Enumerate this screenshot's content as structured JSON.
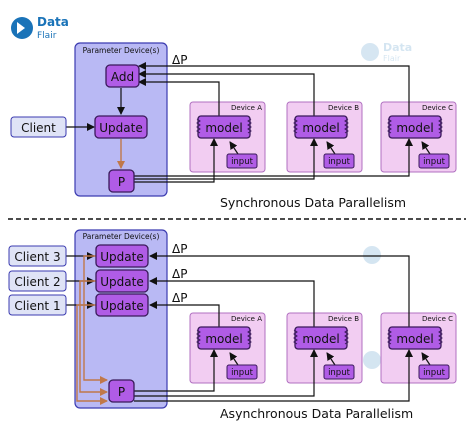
{
  "logo": {
    "line1": "Data",
    "line2": "Flair"
  },
  "watermark": {
    "line1": "Data",
    "line2": "Flair"
  },
  "sync": {
    "param_title": "Parameter Device(s)",
    "add_label": "Add",
    "update_label": "Update",
    "client_label": "Client",
    "p_label": "P",
    "delta_label": "ΔP",
    "devices": [
      {
        "title": "Device A",
        "model": "model",
        "input": "input"
      },
      {
        "title": "Device B",
        "model": "model",
        "input": "input"
      },
      {
        "title": "Device C",
        "model": "model",
        "input": "input"
      }
    ],
    "caption": "Synchronous Data Parallelism"
  },
  "async": {
    "param_title": "Parameter Device(s)",
    "updates": [
      "Update",
      "Update",
      "Update"
    ],
    "clients": [
      "Client 3",
      "Client 2",
      "Client 1"
    ],
    "p_label": "P",
    "deltas": [
      "ΔP",
      "ΔP",
      "ΔP"
    ],
    "devices": [
      {
        "title": "Device A",
        "model": "model",
        "input": "input"
      },
      {
        "title": "Device B",
        "model": "model",
        "input": "input"
      },
      {
        "title": "Device C",
        "model": "model",
        "input": "input"
      }
    ],
    "caption": "Asynchronous Data Parallelism"
  },
  "colors": {
    "param_fill": "#b9b9f4",
    "param_stroke": "#3b3bb0",
    "node_fill": "#b05ce6",
    "node_stroke": "#3a1a5a",
    "device_fill": "#f2cdf2",
    "device_stroke": "#b070c0",
    "client_fill": "#dfe3f6",
    "brown": "#c0784a",
    "logo_blue": "#1a73b8"
  }
}
